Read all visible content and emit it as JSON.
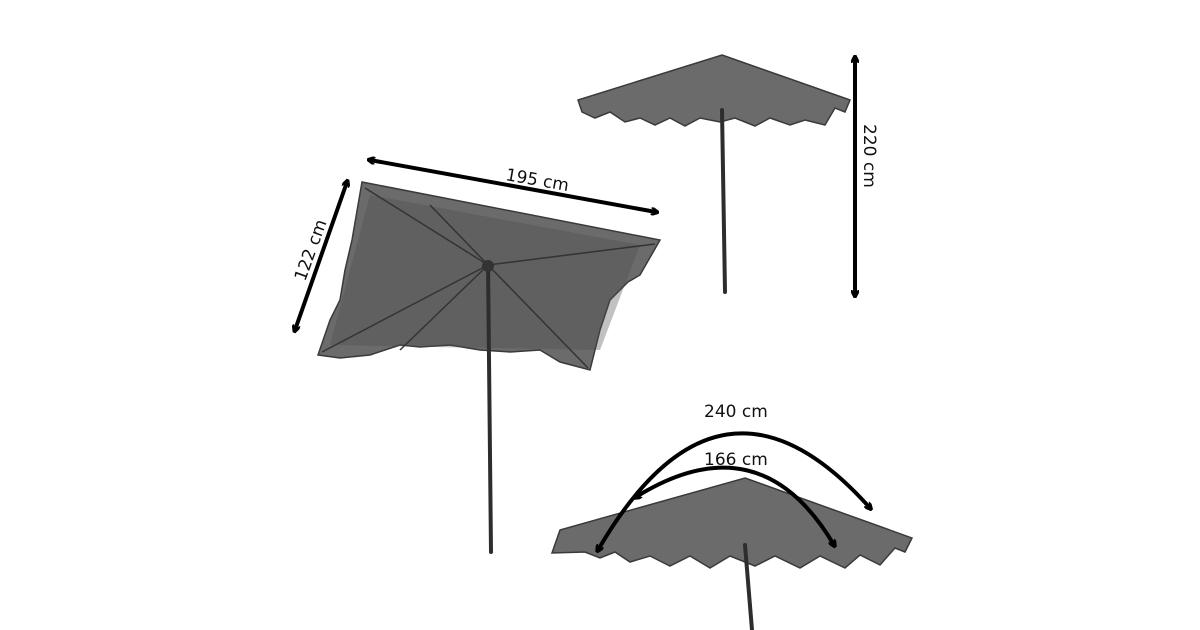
{
  "dimensions": {
    "width_label": "195 cm",
    "depth_label": "122 cm",
    "height_label": "220 cm",
    "outer_span_label": "240 cm",
    "inner_span_label": "166 cm"
  },
  "colors": {
    "canopy": "#6b6b6b",
    "pole": "#2d2d2d",
    "arrow": "#000000",
    "background": "#ffffff"
  }
}
